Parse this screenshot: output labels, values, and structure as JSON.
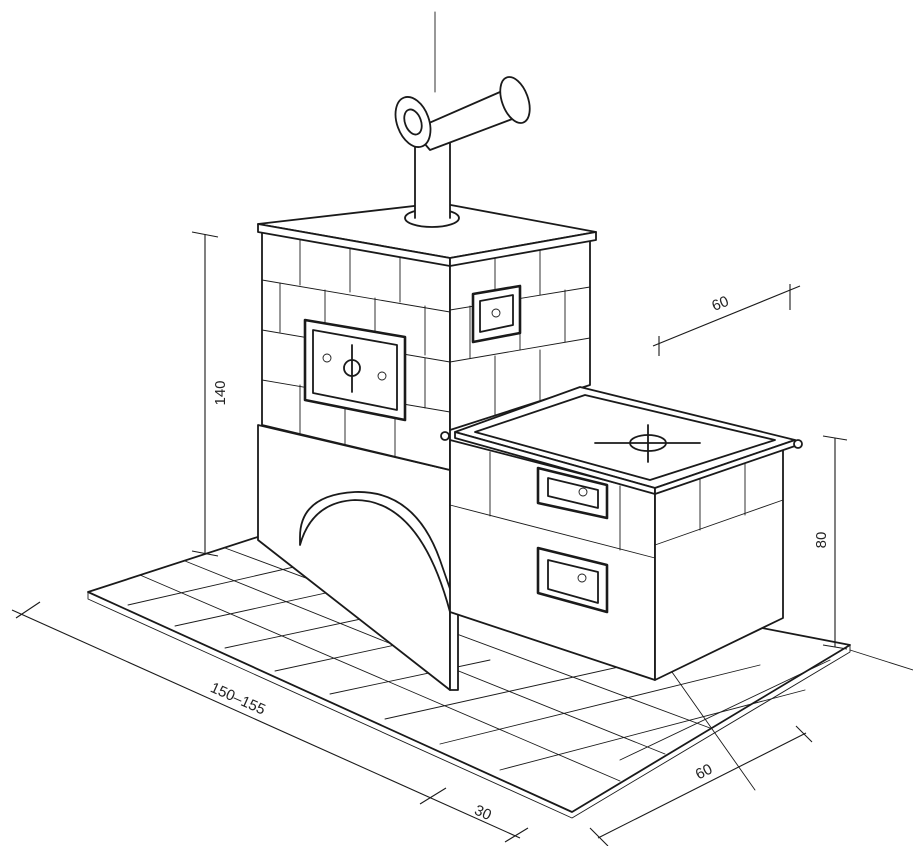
{
  "dimensions": {
    "height_left": "140",
    "height_right": "80",
    "depth_top": "60",
    "length": "150–155",
    "extra": "30",
    "depth_front": "60"
  }
}
